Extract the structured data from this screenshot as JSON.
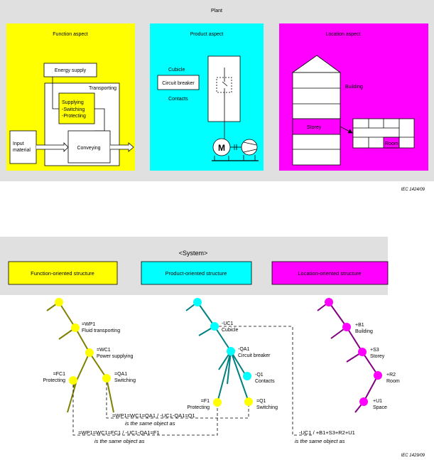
{
  "top": {
    "title": "Plant",
    "function": {
      "title": "Function aspect",
      "energy": "Energy supply",
      "transporting": "Transporting",
      "supplying": [
        "Supplying",
        "-Switching",
        "-Protecting"
      ],
      "input": [
        "Input",
        "material"
      ],
      "conveying": "Conveying"
    },
    "product": {
      "title": "Product aspect",
      "cubicle": "Cubicle",
      "breaker": "Circuit breaker",
      "contacts": "Contacts",
      "motor": "M"
    },
    "location": {
      "title": "Location aspect",
      "building": "Building",
      "storey": "Storey",
      "room": "Room"
    },
    "figure_id": "IEC   1424/09"
  },
  "bottom": {
    "system": "<System>",
    "function_structure": "Function-oriented structure",
    "product_structure": "Product-oriented structure",
    "location_structure": "Location-oriented structure",
    "nodes": {
      "wp1": [
        "=WP1",
        "Fluid transporting"
      ],
      "wc1": [
        "=WC1",
        "Power supplying"
      ],
      "fc1": [
        "=FC1",
        "Protecting"
      ],
      "qa1": [
        "=QA1",
        "Switching"
      ],
      "uc1": [
        "-UC1",
        "Cubicle"
      ],
      "pqa1": [
        "-QA1",
        "Circuit breaker"
      ],
      "q1": [
        "-Q1",
        "Contacts"
      ],
      "f1": [
        "=F1",
        "Protecting"
      ],
      "sq1": [
        "=Q1",
        "Switching"
      ],
      "b1": [
        "+B1",
        "Building"
      ],
      "s3": [
        "+S3",
        "Storey"
      ],
      "r2": [
        "+R2",
        "Room"
      ],
      "u1": [
        "+U1",
        "Space"
      ]
    },
    "eq1": "=WP1=WC1=QA1 / -UC1-QA1=Q1",
    "eq2": "=WP1=WC1=FC1 / -UC1-QA1=F1",
    "eq3": "-UC1 / +B1+S3+R2+U1",
    "same_object": "is the same object as",
    "figure_id": "IEC   1429/09"
  },
  "colors": {
    "yellow": "#ffff00",
    "cyan": "#00ffff",
    "magenta": "#ff00ff",
    "olive": "#808000",
    "teal": "#008080",
    "purple": "#800080",
    "gray": "#e0e0e0"
  }
}
